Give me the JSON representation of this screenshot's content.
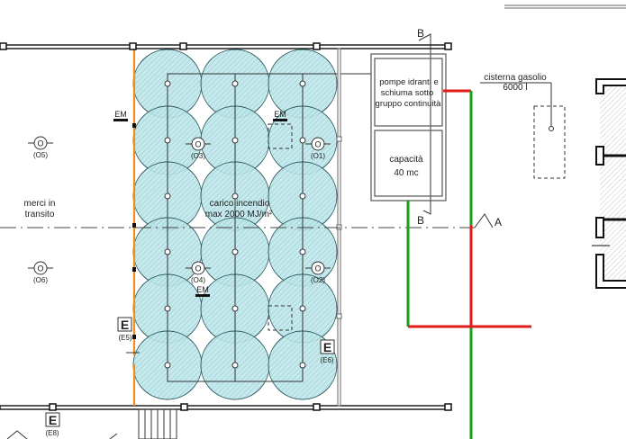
{
  "labels": {
    "pump_room_line1": "pompe idranti e",
    "pump_room_line2": "schiuma sotto",
    "pump_room_line3": "gruppo continuità",
    "tank_line1": "capacità",
    "tank_line2": "40 mc",
    "diesel_tank_line1": "cisterna gasolio",
    "diesel_tank_line2": "6000 l",
    "goods_line1": "merci in",
    "goods_line2": "transito",
    "fire_load_line1": "carico incendio",
    "fire_load_line2": "max 2000 MJ/m²",
    "section_b_top": "B",
    "section_b_bottom": "B",
    "section_a": "A"
  },
  "symbols": {
    "emergency_lights": [
      "EM",
      "EM",
      "EM"
    ],
    "openings": [
      "(O1)",
      "(O2)",
      "(O3)",
      "(O4)",
      "(O5)",
      "(O6)"
    ],
    "exits": [
      {
        "glyph": "E",
        "label": "(E5)"
      },
      {
        "glyph": "E",
        "label": "(E6)"
      },
      {
        "glyph": "E",
        "label": "(E8)"
      }
    ]
  },
  "colors": {
    "coverage_fill": "#bfe7ea",
    "wall_orange": "#f08c1e",
    "pipe_red": "#e01b1b",
    "pipe_green": "#1aa01a"
  }
}
